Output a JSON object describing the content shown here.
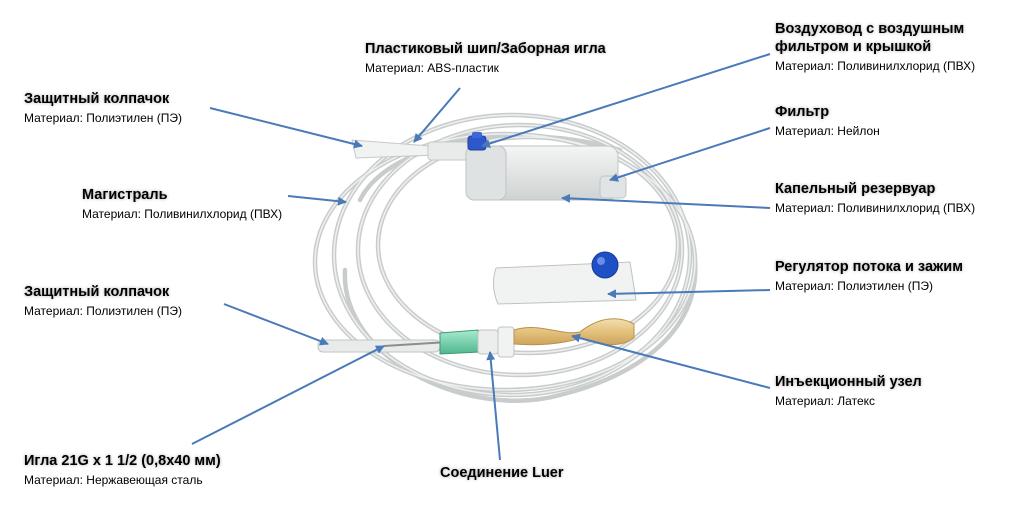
{
  "labels": {
    "spike": {
      "title": "Пластиковый шип/Заборная игла",
      "material": "Материал: ABS-пластик"
    },
    "air_vent": {
      "title_line1": "Воздуховод с воздушным",
      "title_line2": "фильтром и крышкой",
      "material": "Материал: Поливинилхлорид (ПВХ)"
    },
    "cap_top": {
      "title": "Защитный колпачок",
      "material": "Материал: Полиэтилен (ПЭ)"
    },
    "filter": {
      "title": "Фильтр",
      "material": "Материал: Нейлон"
    },
    "tubing": {
      "title": "Магистраль",
      "material": "Материал: Поливинилхлорид (ПВХ)"
    },
    "drip_chamber": {
      "title": "Капельный резервуар",
      "material": "Материал: Поливинилхлорид (ПВХ)"
    },
    "flow_regulator": {
      "title": "Регулятор потока и зажим",
      "material": "Материал: Полиэтилен (ПЭ)"
    },
    "cap_bottom": {
      "title": "Защитный колпачок",
      "material": "Материал: Полиэтилен (ПЭ)"
    },
    "injection_site": {
      "title": "Инъекционный узел",
      "material": "Материал: Латекс"
    },
    "needle": {
      "title": "Игла 21G x 1 1/2 (0,8x40 мм)",
      "material": "Материал: Нержавеющая сталь"
    },
    "luer": {
      "title": "Соединение Luer"
    }
  },
  "colors": {
    "arrow": "#4a7ab8",
    "tubing": "#d9dcdc",
    "clamp_wheel": "#1f4fc4",
    "needle_hub": "#6fcfaa",
    "injection_latex": "#e9c98a"
  }
}
